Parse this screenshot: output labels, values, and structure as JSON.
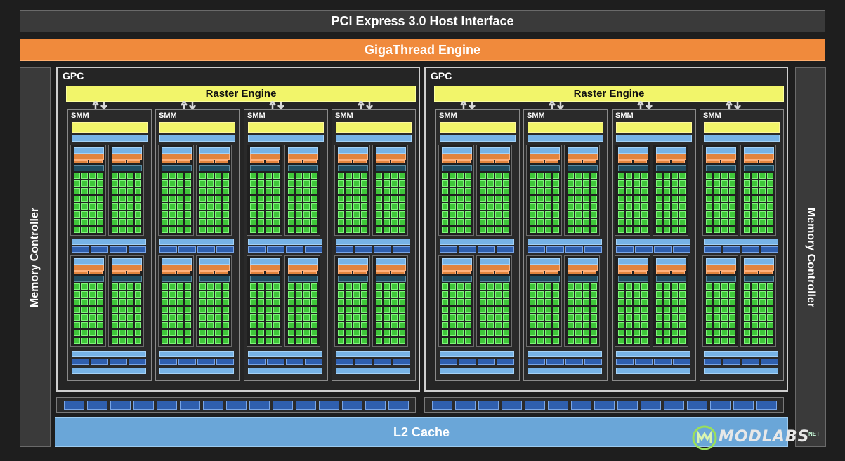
{
  "pcie": {
    "label": "PCI Express 3.0 Host Interface"
  },
  "gigathread": {
    "label": "GigaThread Engine"
  },
  "l2_cache": {
    "label": "L2 Cache"
  },
  "memory_controllers": {
    "left": "Memory Controller",
    "right": "Memory Controller"
  },
  "gpcs": [
    {
      "title": "GPC",
      "raster": "Raster Engine",
      "smms": [
        {
          "title": "SMM"
        },
        {
          "title": "SMM"
        },
        {
          "title": "SMM"
        },
        {
          "title": "SMM"
        }
      ]
    },
    {
      "title": "GPC",
      "raster": "Raster Engine",
      "smms": [
        {
          "title": "SMM"
        },
        {
          "title": "SMM"
        },
        {
          "title": "SMM"
        },
        {
          "title": "SMM"
        }
      ]
    }
  ],
  "logo": {
    "text": "MODLABS",
    "suffix": "NET"
  },
  "colors": {
    "pcie": "#3a3a3a",
    "gigathread": "#f08a3c",
    "raster": "#f2f56a",
    "core": "#3fc63a",
    "cache": "#6aa6d8",
    "unit_blue": "#2f5fae",
    "unit_orange": "#e2843e"
  }
}
